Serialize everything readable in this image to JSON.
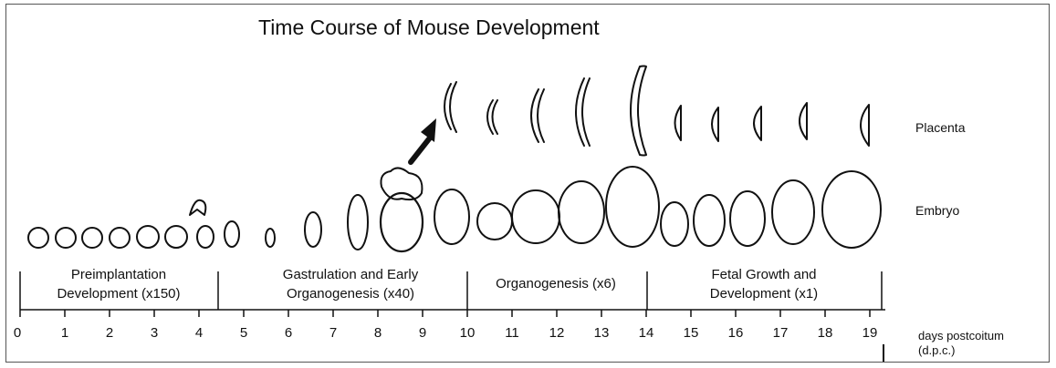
{
  "title": "Time Course of Mouse Development",
  "row_labels": {
    "placenta": "Placenta",
    "embryo": "Embryo"
  },
  "phases": [
    {
      "line1": "Preimplantation",
      "line2": "Development (x150)"
    },
    {
      "line1": "Gastrulation and Early",
      "line2": "Organogenesis (x40)"
    },
    {
      "line1": "Organogenesis (x6)",
      "line2": ""
    },
    {
      "line1": "Fetal Growth and",
      "line2": "Development (x1)"
    }
  ],
  "axis": {
    "ticks": [
      "0",
      "1",
      "2",
      "3",
      "4",
      "5",
      "6",
      "7",
      "8",
      "9",
      "10",
      "11",
      "12",
      "13",
      "14",
      "15",
      "16",
      "17",
      "18",
      "19"
    ],
    "label_line1": "days postcoitum",
    "label_line2": "(d.p.c.)"
  }
}
